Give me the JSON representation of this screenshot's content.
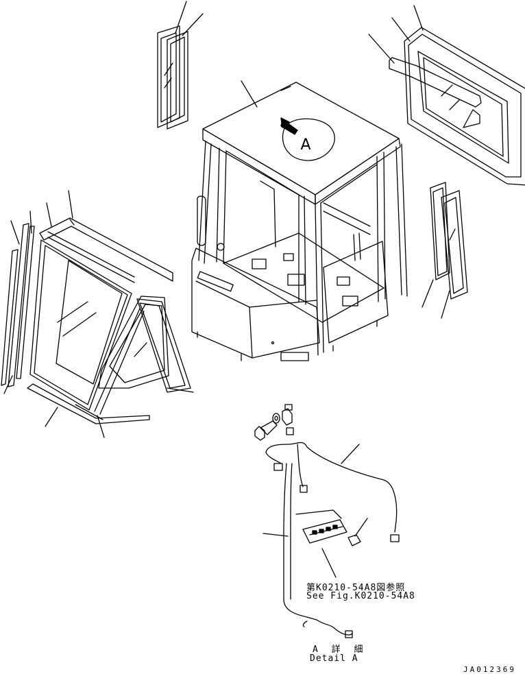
{
  "diagram": {
    "callout_view_letter": "A",
    "reference_note": {
      "japanese": "第K0210-54A8図参照",
      "english": "See Fig.K0210-54A8"
    },
    "detail_label": {
      "japanese": "A 詳 細",
      "english": "Detail A"
    },
    "drawing_code": "JA012369"
  }
}
